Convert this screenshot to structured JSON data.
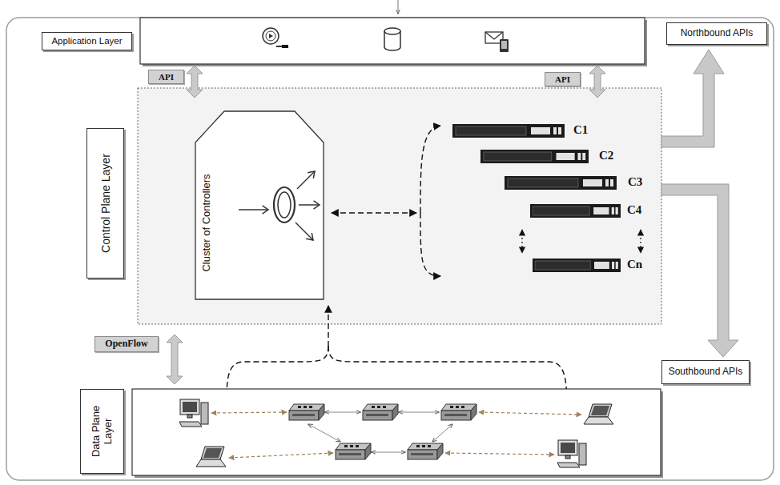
{
  "diagram": {
    "nodes": [
      {
        "text": [
          "Application Layer"
        ]
      },
      {
        "text": [
          "API"
        ]
      },
      {
        "text": [
          "API"
        ]
      },
      {
        "text": [
          "Northbound APIs"
        ]
      },
      {
        "text": [
          "Control Plane Layer"
        ]
      },
      {
        "text": [
          "Cluster of Controllers"
        ]
      },
      {
        "text": [
          "Southbound APIs"
        ]
      },
      {
        "text": [
          "OpenFlow"
        ]
      },
      {
        "text": [
          "Data Plane Layer"
        ]
      }
    ],
    "labels": [
      "C1",
      "C2",
      "C3",
      "C4",
      "Cn"
    ]
  }
}
